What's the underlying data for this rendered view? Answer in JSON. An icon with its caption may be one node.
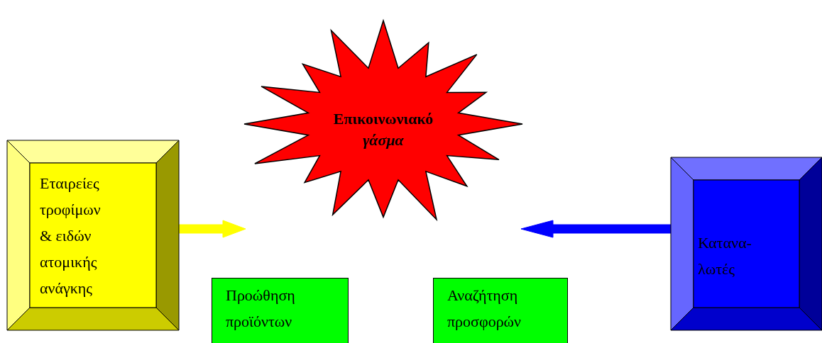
{
  "diagram": {
    "nodes": [
      {
        "text": [
          "Εταιρείες τροφίμων & ειδών ατομικής ανάγκης"
        ]
      },
      {
        "text": [
          "Επικοινωνιακό",
          "γάσμα"
        ]
      },
      {
        "text": [
          "Προώθηση προϊόντων"
        ]
      },
      {
        "text": [
          "Αναζήτηση προσφορών"
        ]
      },
      {
        "text": [
          "Κατανα- λωτές"
        ]
      }
    ],
    "edges": [
      {
        "from": 0,
        "to": 1,
        "arrow": "to",
        "color": "#ffff00"
      },
      {
        "from": 4,
        "to": 1,
        "arrow": "to",
        "color": "#0000ff"
      }
    ]
  }
}
